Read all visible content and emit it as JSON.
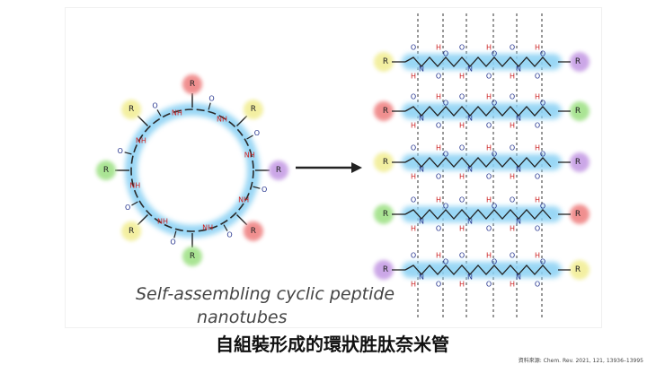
{
  "figure": {
    "caption_line1": "Self-assembling cyclic peptide",
    "caption_line2": "nanotubes",
    "r_label": "R",
    "atom_labels": {
      "nitrogen": "N",
      "oxygen": "O",
      "hydrogen": "H",
      "amide": "NH"
    },
    "residue_colors": {
      "red": "#f08a8a",
      "yellow": "#f3ef9c",
      "purple": "#c9a3e6",
      "green": "#a6e38f"
    },
    "ring_residues": [
      "red",
      "yellow",
      "purple",
      "red",
      "green",
      "yellow",
      "green",
      "yellow"
    ],
    "stack_rows": [
      {
        "left": "yellow",
        "right": "purple"
      },
      {
        "left": "red",
        "right": "green"
      },
      {
        "left": "yellow",
        "right": "purple"
      },
      {
        "left": "green",
        "right": "red"
      },
      {
        "left": "purple",
        "right": "yellow"
      }
    ],
    "tube_color": "#8fd3f4",
    "arrow_icon": "right-arrow-icon"
  },
  "title": "自組裝形成的環狀胜肽奈米管",
  "source": "資料來源: Chem. Rev. 2021, 121, 13936–13995"
}
